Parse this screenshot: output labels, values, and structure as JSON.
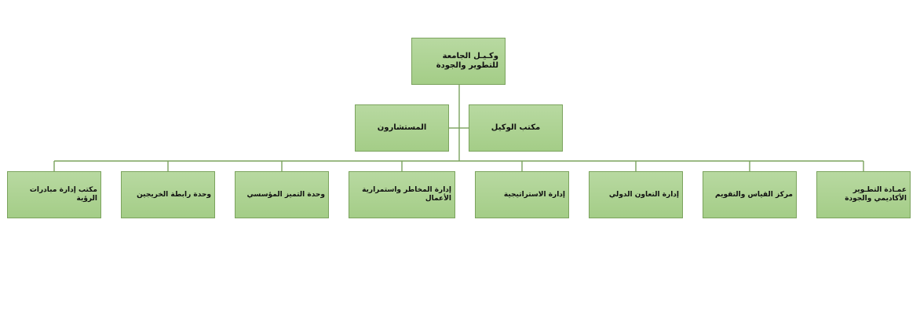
{
  "org": {
    "top": "وكـيـل الجامعة للتطوير والجودة",
    "advisors": "المستشارون",
    "office": "مكتب الوكيل",
    "units": [
      "عمـادة التطـوير الأكاديمي والجودة",
      "مركز القياس والتقويم",
      "إدارة التعاون الدولي",
      "إدارة الاستراتيجية",
      "إدارة المخاطر واستمرارية الأعمال",
      "وحدة التميز المؤسسي",
      "وحدة رابطة الخريجين",
      "مكتب إدارة مبادرات الرؤية"
    ]
  },
  "colors": {
    "box_fill_top": "#b8d9a1",
    "box_fill_bottom": "#a4cd87",
    "box_border": "#7ba35d",
    "line": "#7ba35d"
  }
}
